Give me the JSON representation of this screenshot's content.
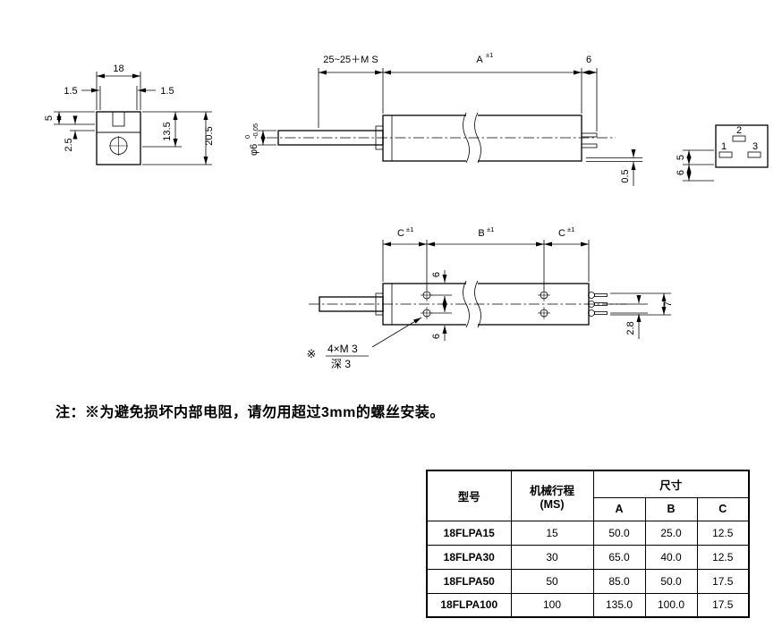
{
  "cross_section": {
    "width": "18",
    "lip_left": "1.5",
    "lip_right": "1.5",
    "depth5": "5",
    "depth2_5": "2.5",
    "h13_5": "13.5",
    "h20_5": "20.5"
  },
  "side_view": {
    "stroke_range": "25~25＋M S",
    "len_a": "A",
    "len_a_tol": "±1",
    "pin_len": "6",
    "shaft_dia": "φ6",
    "shaft_tol_hi": "0",
    "shaft_tol_lo": "-0.05",
    "pin_thk": "0.5"
  },
  "end_view": {
    "pin1": "1",
    "pin2": "2",
    "pin3": "3",
    "dim5": "5",
    "dim6": "6"
  },
  "mounting_view": {
    "c_left": "C",
    "c_left_tol": "±1",
    "b_len": "B",
    "b_tol": "±1",
    "c_right": "C",
    "c_right_tol": "±1",
    "hole_top": "6",
    "hole_bottom": "6",
    "pin_span": "7",
    "pin_pitch": "2.8",
    "ref_mark": "※",
    "screw_spec": "4×M 3",
    "screw_depth": "深 3"
  },
  "note": {
    "text": "注：※为避免损坏内部电阻，请勿用超过3mm的螺丝安装。"
  },
  "table": {
    "col_model": "型号",
    "col_travel_line1": "机械行程",
    "col_travel_line2": "(MS)",
    "col_size": "尺寸",
    "col_a": "A",
    "col_b": "B",
    "col_c": "C",
    "rows": [
      {
        "model": "18FLPA15",
        "travel": "15",
        "a": "50.0",
        "b": "25.0",
        "c": "12.5"
      },
      {
        "model": "18FLPA30",
        "travel": "30",
        "a": "65.0",
        "b": "40.0",
        "c": "12.5"
      },
      {
        "model": "18FLPA50",
        "travel": "50",
        "a": "85.0",
        "b": "50.0",
        "c": "17.5"
      },
      {
        "model": "18FLPA100",
        "travel": "100",
        "a": "135.0",
        "b": "100.0",
        "c": "17.5"
      }
    ]
  }
}
